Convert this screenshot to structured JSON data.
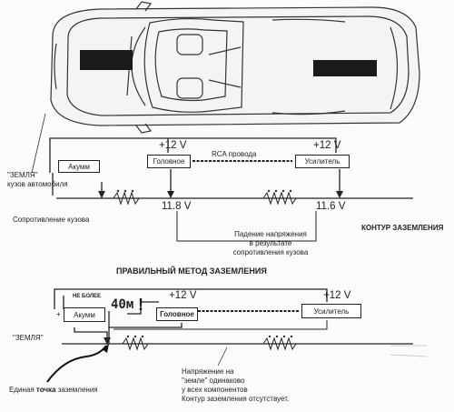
{
  "top": {
    "ground_label_line1": "\"ЗЕМЛЯ\"",
    "ground_label_line2": "кузов автомобиля",
    "battery": "Акумм",
    "head_unit": "Головное",
    "amplifier": "Усилитель",
    "plus12_left": "+12 V",
    "plus12_right": "+12 V",
    "rca": "RCA провода",
    "v_left": "11.8 V",
    "v_right": "11.6 V",
    "body_resistance": "Сопротивление кузова",
    "drop_line1": "Падение напряжения",
    "drop_line2": "в результате",
    "drop_line3": "сопротивления кузова",
    "ground_loop": "КОНТУР ЗАЗЕМЛЕНИЯ"
  },
  "bottom": {
    "heading": "ПРАВИЛЬНЫЙ МЕТОД ЗАЗЕМЛЕНИЯ",
    "not_more": "НЕ БОЛЕЕ",
    "ohm": "40м",
    "exclaim": "!",
    "plus": "+",
    "battery": "Акумм",
    "head_unit": "Головное",
    "amplifier": "Усилитель",
    "plus12_left": "+12 V",
    "plus12_right": "+12 V",
    "ground_label": "\"ЗЕМЛЯ\"",
    "single_point_prefix": "Единая ",
    "single_point_bold": "точка",
    "single_point_suffix": " заземления",
    "note_line1": "Напряжение на",
    "note_line2": "\"земле\" одинаково",
    "note_line3": "у всех компонентов",
    "note_line4": "Контур заземления отсутствует."
  }
}
